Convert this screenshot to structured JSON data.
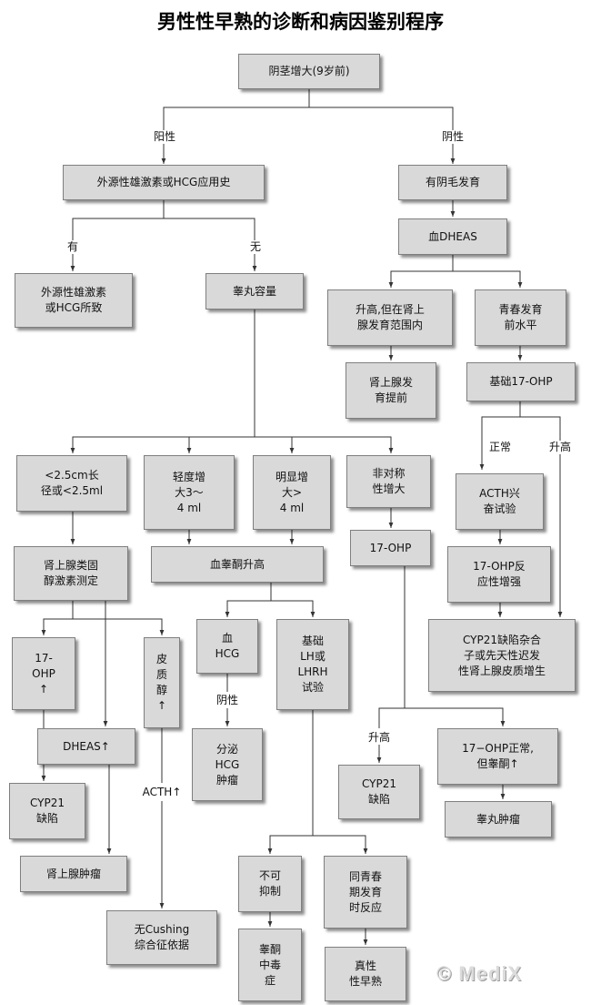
{
  "title": "男性性早熟的诊断和病因鉴别程序",
  "nodes": {
    "root": "阴茎增大(9岁前)",
    "exo_hist": "外源性雄激素或HCG应用史",
    "pubic": "有阴毛发育",
    "dheas_blood": "血DHEAS",
    "exo_cause": "外源性雄激素\n或HCG所致",
    "testis_vol": "睾丸容量",
    "high_adrenal": "升高,但在肾上\n腺发育范围内",
    "prepub": "青春发育\n前水平",
    "adrenarche": "肾上腺发\n育提前",
    "base17": "基础17-OHP",
    "t_small": "<2.5cm长\n径或<2.5ml",
    "t_mild": "轻度增\n大3～\n4 ml",
    "t_obvious": "明显增\n大>\n4 ml",
    "t_asym": "非对称\n性增大",
    "acth_test": "ACTH兴\n奋试验",
    "adrenal_steroid": "肾上腺类固\n醇激素测定",
    "testo_high": "血睾酮升高",
    "ohp17_asym": "17-OHP",
    "ohp17_enh": "17-OHP反\n应性增强",
    "hcg": "血\nHCG",
    "lh": "基础\nLH或\nLHRH\n试验",
    "cyp21_late": "CYP21缺陷杂合\n子或先天性迟发\n性肾上腺皮质增生",
    "ohp17_up": "17-\nOHP\n↑",
    "cortisol": "皮\n质\n醇\n↑",
    "dheas_up": "DHEAS↑",
    "hcg_tumor": "分泌\nHCG\n肿瘤",
    "ohp17_norm": "17−OHP正常,\n但睾酮↑",
    "cyp21_a": "CYP21\n缺陷",
    "cyp21_b": "CYP21\n缺陷",
    "testis_tumor": "睾丸肿瘤",
    "adrenal_tumor": "肾上腺肿瘤",
    "no_suppress": "不可\n抑制",
    "puberty_resp": "同青春\n期发育\n时反应",
    "no_cushing": "无Cushing\n综合征依据",
    "testo_tox": "睾酮\n中毒\n症",
    "true_pp": "真性\n性早熟"
  },
  "labels": {
    "pos": "阳性",
    "neg": "阴性",
    "yes": "有",
    "no": "无",
    "normal": "正常",
    "high_right": "升高",
    "hcg_pos": "阴性",
    "high_left": "升高",
    "acth_up": "ACTH↑"
  },
  "watermark": "© MediX"
}
